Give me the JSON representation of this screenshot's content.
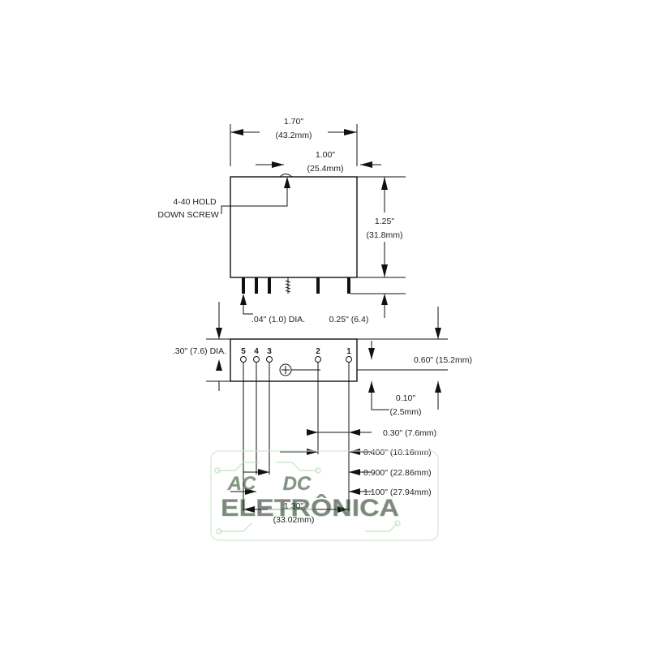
{
  "diagram": {
    "top_view": {
      "width_in": "1.70\"",
      "width_mm": "(43.2mm)",
      "screw_offset_in": "1.00\"",
      "screw_offset_mm": "(25.4mm)",
      "screw_label_line1": "4-40 HOLD",
      "screw_label_line2": "DOWN SCREW",
      "height_in": "1.25\"",
      "height_mm": "(31.8mm)",
      "pin_dia": ".04\" (1.0) DIA.",
      "pin_length": "0.25\" (6.4)"
    },
    "bottom_view": {
      "hole_dia": ".30\" (7.6) DIA.",
      "pins": [
        "5",
        "4",
        "3",
        "2",
        "1"
      ],
      "depth": "0.60\" (15.2mm)",
      "edge_in": "0.10\"",
      "edge_mm": "(2.5mm)",
      "pitch": "0.30\" (7.6mm)",
      "spacing_1": "0.400\" (10.16mm)",
      "spacing_2": "0.900\" (22.86mm)",
      "spacing_3": "1.100\" (27.94mm)",
      "span_in": "1.30\"",
      "span_mm": "(33.02mm)"
    }
  },
  "watermark": {
    "line1_left": "AC",
    "line1_right": "DC",
    "line2": "ELETRÔNICA",
    "color": "#8fc98f"
  }
}
